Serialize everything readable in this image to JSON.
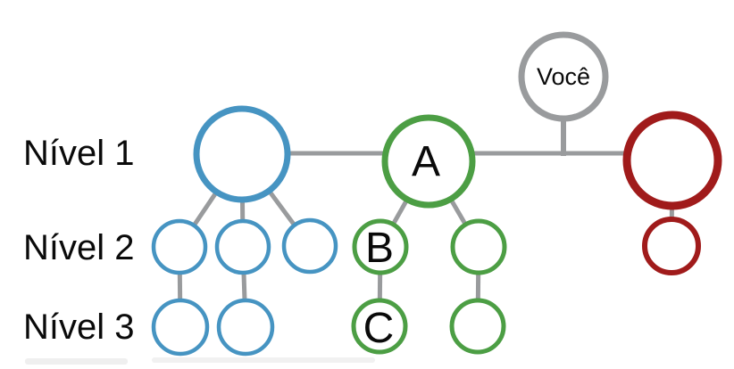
{
  "colors": {
    "blue": "#4694C2",
    "green": "#4C9E44",
    "red": "#A01B1B",
    "gray": "#999B9D",
    "text": "#0A0A0A"
  },
  "level_labels": {
    "level1": "Nível 1",
    "level2": "Nível 2",
    "level3": "Nível 3"
  },
  "node_labels": {
    "you": "Você",
    "a": "A",
    "b": "B",
    "c": "C"
  },
  "graph": {
    "type": "tree",
    "levels": [
      "Nível 1",
      "Nível 2",
      "Nível 3"
    ],
    "groups": [
      {
        "name": "you",
        "color_name": "gray",
        "label": "Você",
        "position": "above level 1, connected to main line"
      },
      {
        "name": "blue-branch",
        "color_name": "blue",
        "level1_nodes": 1,
        "level2_nodes": 3,
        "level3_nodes": 2
      },
      {
        "name": "green-branch",
        "color_name": "green",
        "level1_nodes": 1,
        "level2_nodes": 2,
        "level3_nodes": 2,
        "labeled_nodes": [
          "A",
          "B",
          "C"
        ]
      },
      {
        "name": "red-branch",
        "color_name": "red",
        "level1_nodes": 1,
        "level2_nodes": 1,
        "level3_nodes": 0
      }
    ]
  }
}
